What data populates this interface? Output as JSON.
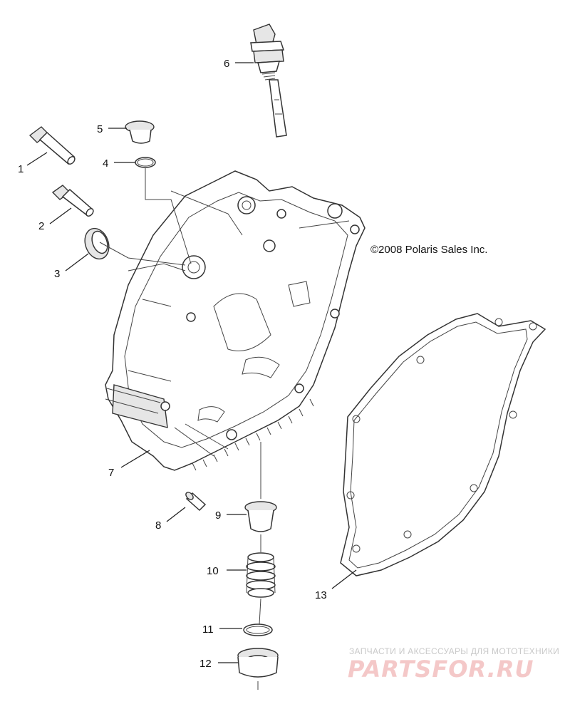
{
  "copyright": "©2008 Polaris Sales Inc.",
  "watermark": {
    "line1": "ЗАПЧАСТИ И АКСЕССУАРЫ ДЛЯ МОТОТЕХНИКИ",
    "line2": "PARTSFOR.RU"
  },
  "callouts": [
    "1",
    "2",
    "3",
    "4",
    "5",
    "6",
    "7",
    "8",
    "9",
    "10",
    "11",
    "12",
    "13"
  ]
}
